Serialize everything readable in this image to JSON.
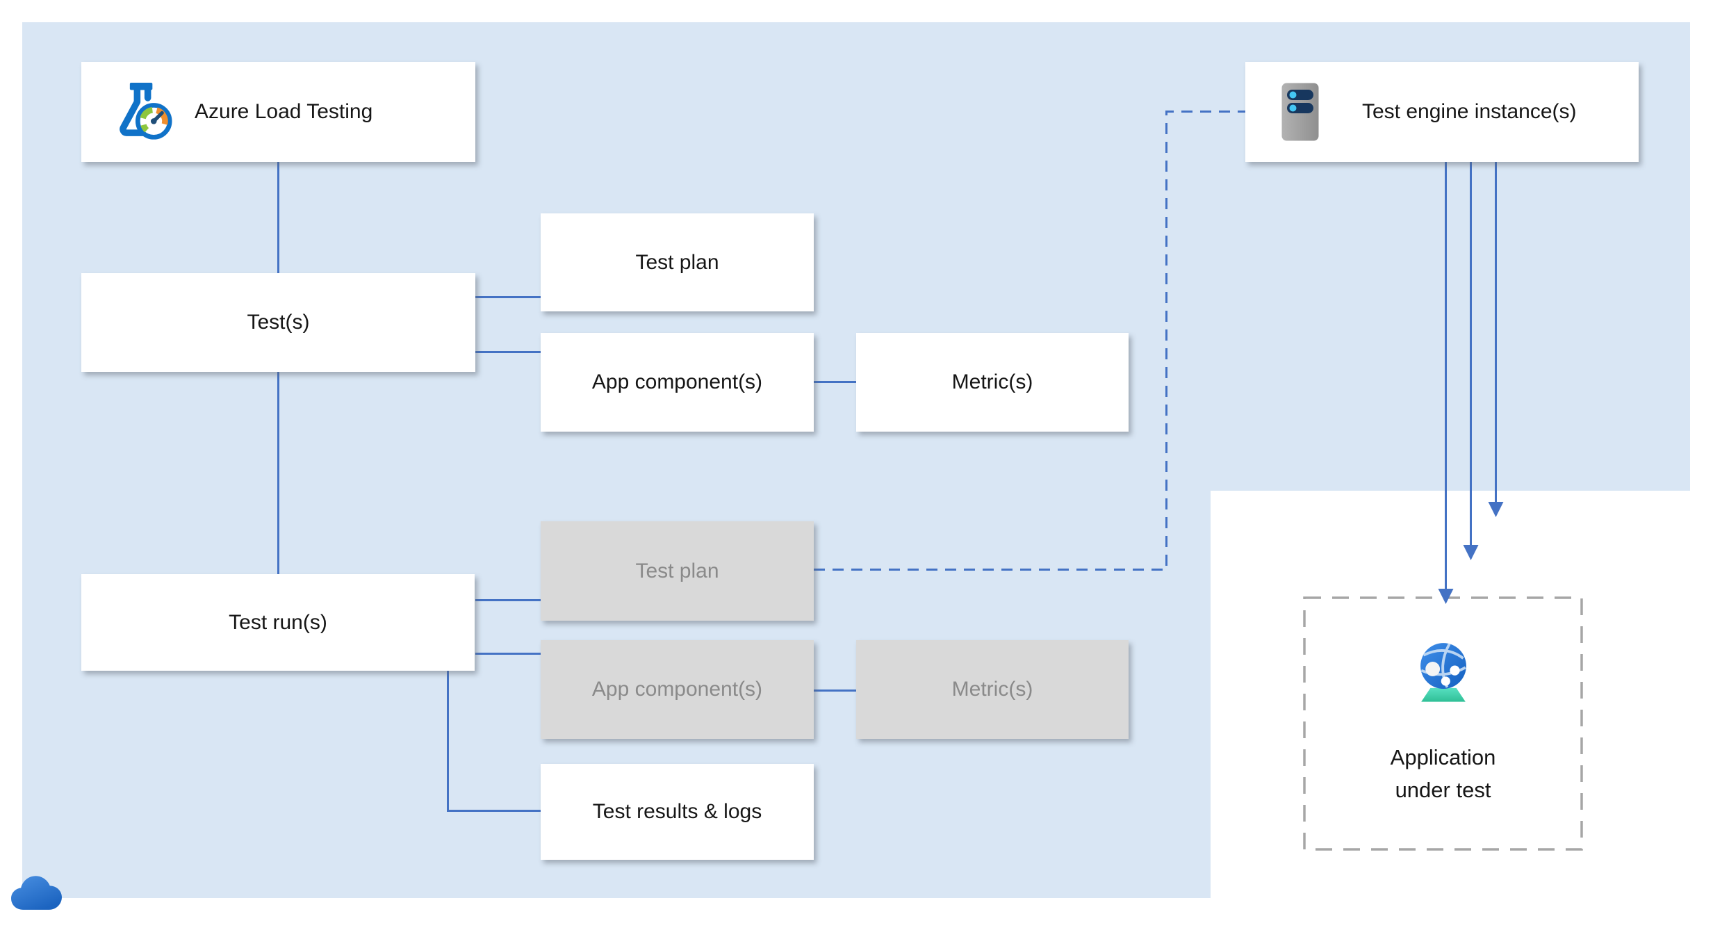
{
  "nodes": {
    "azure_load_testing": {
      "label": "Azure Load Testing"
    },
    "tests": {
      "label": "Test(s)"
    },
    "test_plan": {
      "label": "Test plan"
    },
    "app_components": {
      "label": "App component(s)"
    },
    "metrics": {
      "label": "Metric(s)"
    },
    "test_runs": {
      "label": "Test run(s)"
    },
    "run_test_plan": {
      "label": "Test plan"
    },
    "run_app_components": {
      "label": "App component(s)"
    },
    "run_metrics": {
      "label": "Metric(s)"
    },
    "test_results": {
      "label": "Test results & logs"
    },
    "test_engine": {
      "label": "Test engine instance(s)"
    },
    "application_under_test": {
      "line1": "Application",
      "line2": "under test"
    }
  },
  "icons": {
    "flask": "azure-load-testing-flask",
    "server": "test-engine-server",
    "globe": "web-app-globe",
    "cloud": "azure-cloud"
  },
  "colors": {
    "panel_blue": "#d9e6f4",
    "connector_blue": "#4472c4",
    "gray_node_bg": "#d9d9d9",
    "gray_node_text": "#8a8a8a",
    "dashed_border_gray": "#a6a6a6",
    "flask_blue": "#1072c8",
    "gauge_orange": "#f18f2e",
    "gauge_green": "#8dc63f",
    "server_navy": "#17375e",
    "server_cyan": "#44c7f4",
    "globe_blue": "#2577d4",
    "stand_teal": "#3fd0a9",
    "cloud_blue": "#2e79d0"
  }
}
